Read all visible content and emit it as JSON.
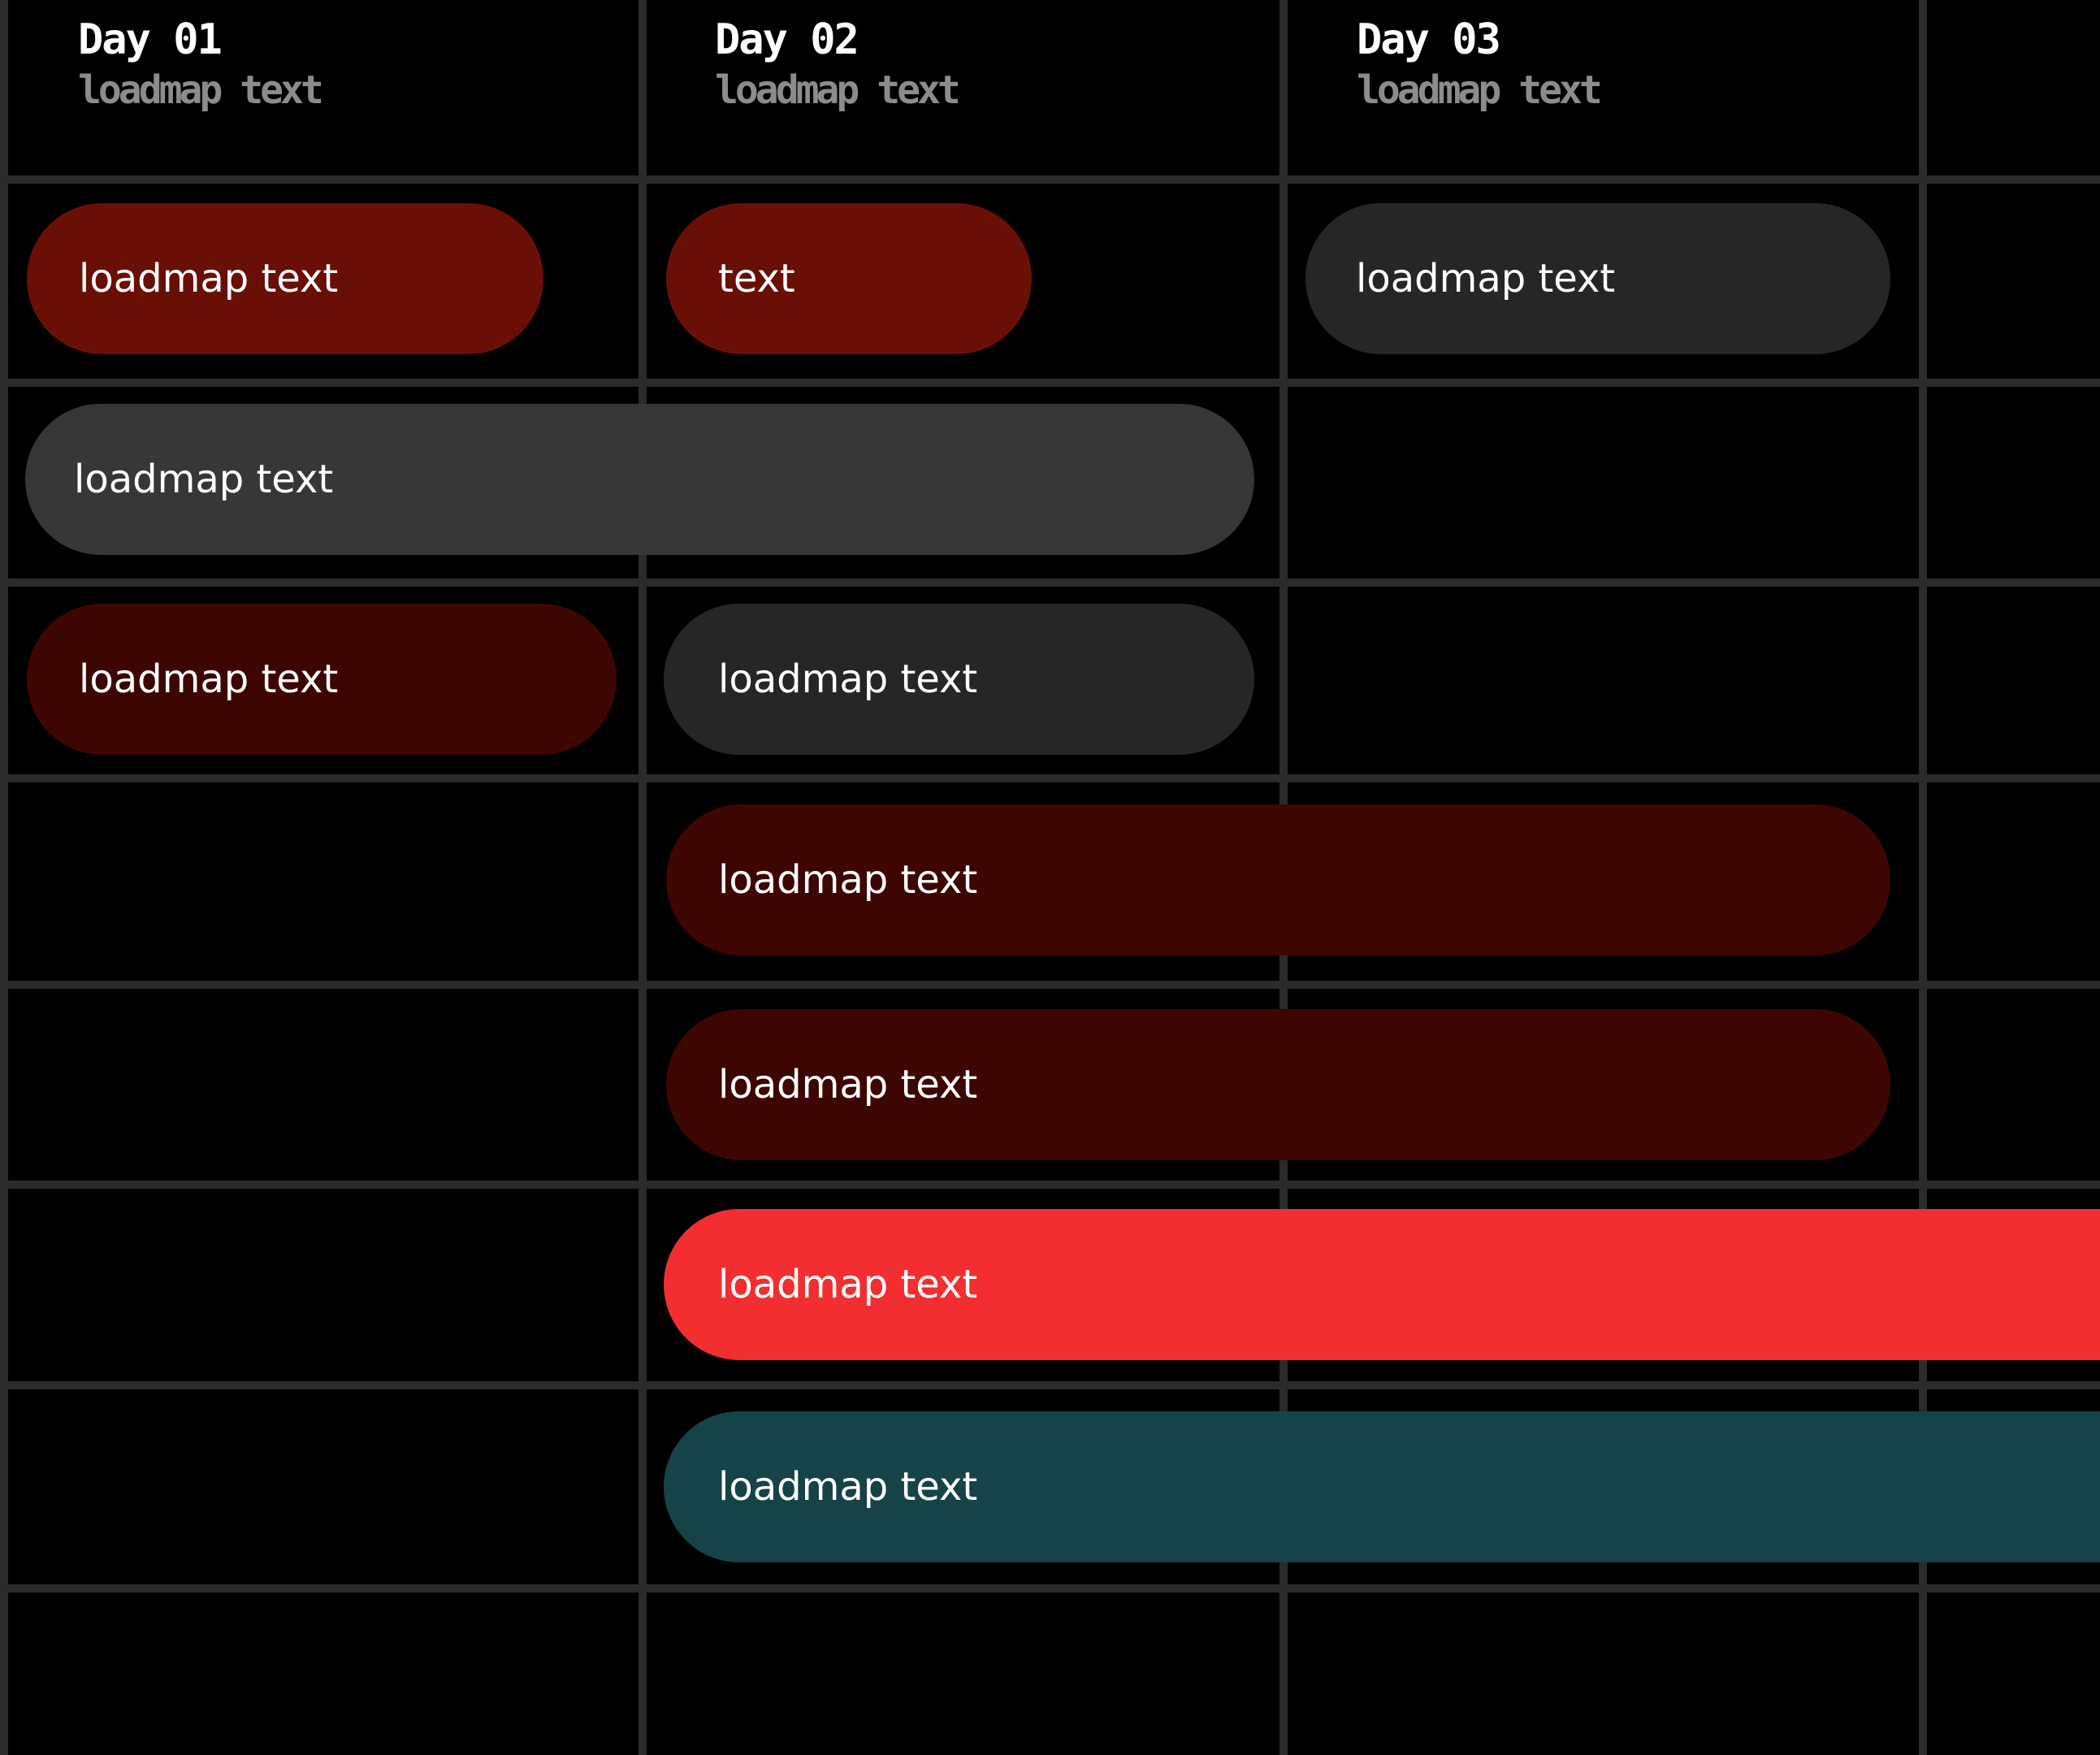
{
  "days": [
    {
      "title": "Day 01",
      "subtitle": "loadmap text"
    },
    {
      "title": "Day 02",
      "subtitle": "loadmap text"
    },
    {
      "title": "Day 03",
      "subtitle": "loadmap text"
    }
  ],
  "tasks": [
    {
      "label": "loadmap text",
      "color": "#6a0f06"
    },
    {
      "label": "text",
      "color": "#6a0f06"
    },
    {
      "label": "loadmap text",
      "color": "#262626"
    },
    {
      "label": "loadmap text",
      "color": "#373737"
    },
    {
      "label": "loadmap text",
      "color": "#3d0603"
    },
    {
      "label": "loadmap text",
      "color": "#262626"
    },
    {
      "label": "loadmap text",
      "color": "#3d0603"
    },
    {
      "label": "loadmap text",
      "color": "#3d0603"
    },
    {
      "label": "loadmap text",
      "color": "#f22e30"
    },
    {
      "label": "loadmap text",
      "color": "#154347"
    }
  ]
}
